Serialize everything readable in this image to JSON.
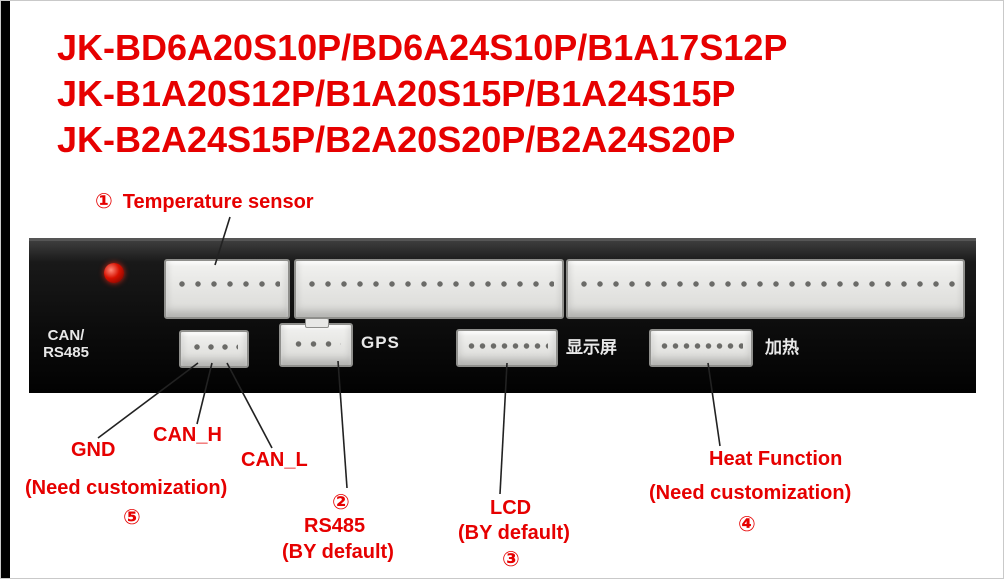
{
  "title": {
    "line1": "JK-BD6A20S10P/BD6A24S10P/B1A17S12P",
    "line2": "JK-B1A20S12P/B1A20S15P/B1A24S15P",
    "line3": "JK-B2A24S15P/B2A20S20P/B2A24S20P"
  },
  "board": {
    "silk_can_line1": "CAN/",
    "silk_can_line2": "RS485",
    "silk_gps": "GPS",
    "silk_display": "显示屏",
    "silk_heat": "加热"
  },
  "annotations": {
    "temp": {
      "num": "①",
      "label": "Temperature sensor"
    },
    "gnd": "GND",
    "can_h": "CAN_H",
    "can_l": "CAN_L",
    "need_customization_left": "(Need customization)",
    "num5": "⑤",
    "num2": "②",
    "rs485": "RS485",
    "rs485_default": "(BY default)",
    "lcd": "LCD",
    "lcd_default": "(BY default)",
    "num3": "③",
    "heat": "Heat Function",
    "need_customization_right": "(Need customization)",
    "num4": "④"
  },
  "colors": {
    "accent_red": "#e60000",
    "board_black": "#0d0d0d",
    "connector_white": "#e4e4e2",
    "led_red": "#d81100"
  }
}
